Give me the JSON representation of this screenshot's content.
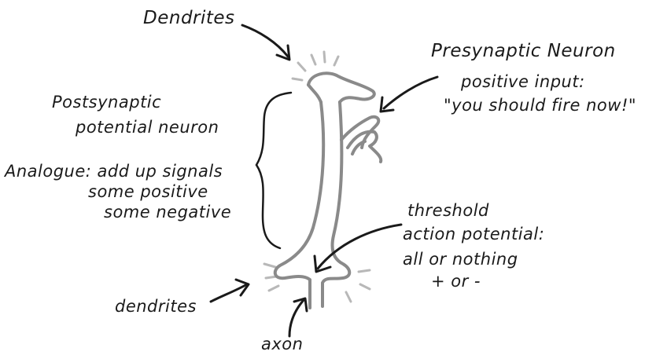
{
  "labels": {
    "dendrites_top": "Dendrites",
    "presynaptic_title": "Presynaptic Neuron",
    "presynaptic_line1": "positive input:",
    "presynaptic_line2": "\"you should fire now!\"",
    "postsynaptic_line1": "Postsynaptic",
    "postsynaptic_line2": "potential neuron",
    "analogue_line1": "Analogue: add up signals",
    "analogue_line2": "some positive",
    "analogue_line3": "some negative",
    "threshold_line1": "threshold",
    "threshold_line2": "action potential:",
    "threshold_line3": "all or nothing",
    "threshold_line4": "+ or -",
    "dendrites_bottom": "dendrites",
    "axon": "axon"
  },
  "colors": {
    "ink": "#1a1a1a",
    "neuron_stroke": "#8a8a8a",
    "neuron_glow": "#b8b8b8"
  }
}
